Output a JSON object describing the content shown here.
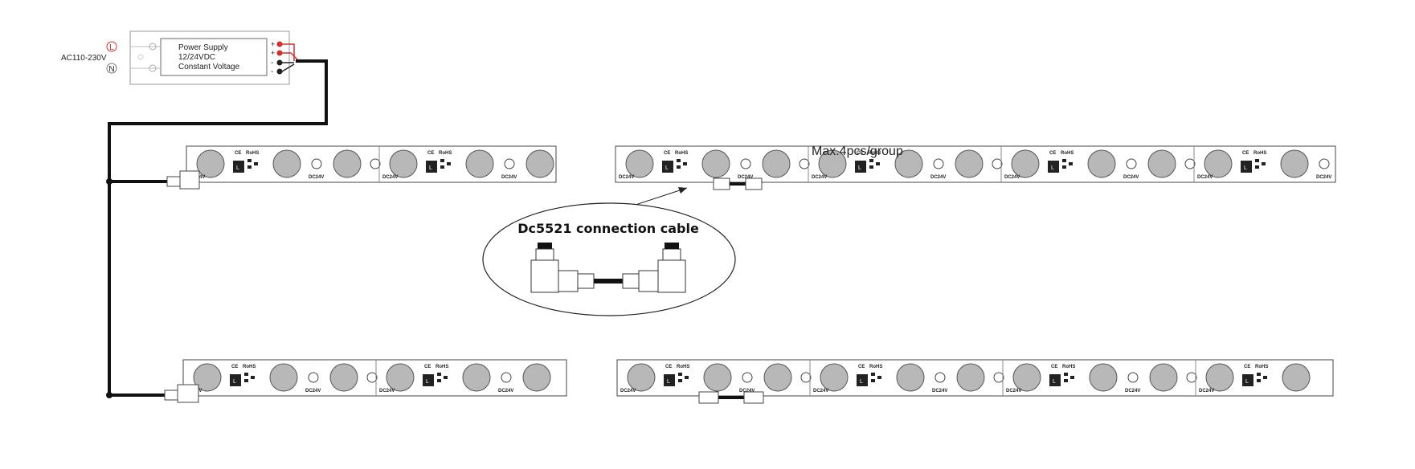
{
  "power_supply": {
    "title": "Power Supply",
    "voltage": "12/24VDC",
    "mode": "Constant Voltage",
    "input_label": "AC110-230V",
    "terminal_l": "L",
    "terminal_n": "N",
    "plus": "+",
    "minus": "-"
  },
  "group_note": "Max.4pcs/group",
  "cable_callout": {
    "title": "Dc5521 connection cable"
  },
  "strip_labels": {
    "ce": "CE",
    "rohs": "RoHS",
    "dc": "DC24V",
    "l_mark": "L"
  },
  "colors": {
    "wire": "#111111",
    "red_wire": "#d32f2f",
    "led": "#b8b8b8",
    "outline": "#444444"
  }
}
